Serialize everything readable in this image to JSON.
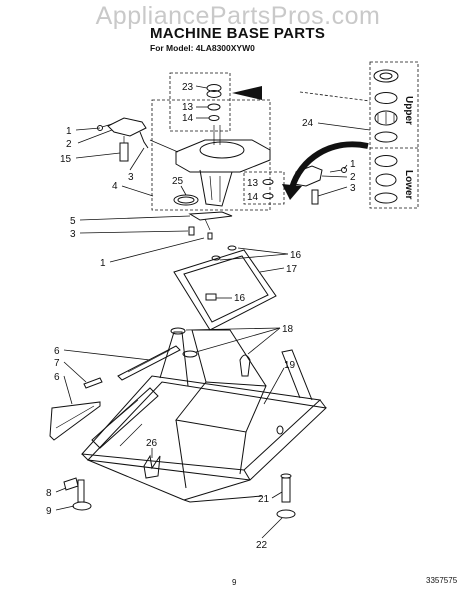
{
  "watermark": "AppliancePartsPros.com",
  "title": "MACHINE BASE PARTS",
  "model_line": "For Model: 4LA8300XYW0",
  "bearing_labels": {
    "upper": "Upper",
    "lower": "Lower"
  },
  "footer": {
    "page_number": "9",
    "doc_number": "3357575"
  },
  "callouts": {
    "c1a": "1",
    "c2a": "2",
    "c15": "15",
    "c3a": "3",
    "c4": "4",
    "c25": "25",
    "c23": "23",
    "c13a": "13",
    "c14a": "14",
    "c24": "24",
    "c1b": "1",
    "c2b": "2",
    "c3b": "3",
    "c13b": "13",
    "c14b": "14",
    "c5": "5",
    "c3c": "3",
    "c1c": "1",
    "c16a": "16",
    "c17": "17",
    "c16b": "16",
    "c18": "18",
    "c6a": "6",
    "c7": "7",
    "c6b": "6",
    "c19": "19",
    "c26": "26",
    "c8": "8",
    "c9": "9",
    "c21": "21",
    "c22": "22"
  }
}
